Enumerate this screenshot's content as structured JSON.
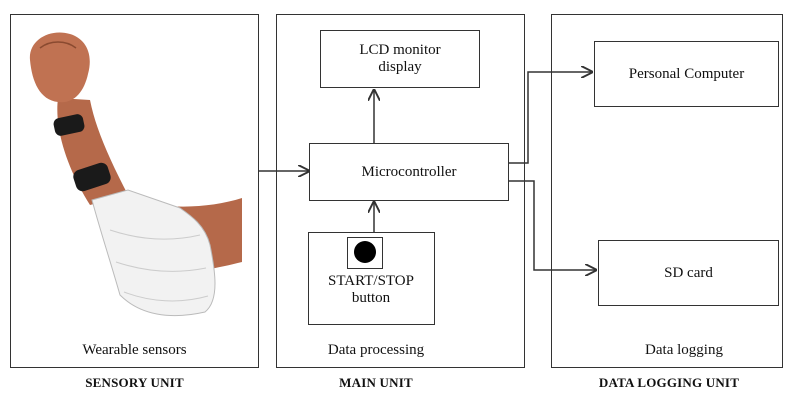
{
  "sensory_unit": {
    "inner_label": "Wearable sensors",
    "caption": "SENSORY UNIT"
  },
  "main_unit": {
    "lcd_label_line1": "LCD monitor",
    "lcd_label_line2": "display",
    "micro_label": "Microcontroller",
    "button_label_line1": "START/STOP",
    "button_label_line2": "button",
    "inner_label": "Data processing",
    "caption": "MAIN UNIT"
  },
  "logging_unit": {
    "pc_label": "Personal Computer",
    "sd_label": "SD card",
    "inner_label": "Data logging",
    "caption": "DATA LOGGING UNIT"
  },
  "colors": {
    "line": "#333333",
    "bandage": "#f2f2f2",
    "skin": "#b5694a",
    "band": "#1a1a1a"
  }
}
